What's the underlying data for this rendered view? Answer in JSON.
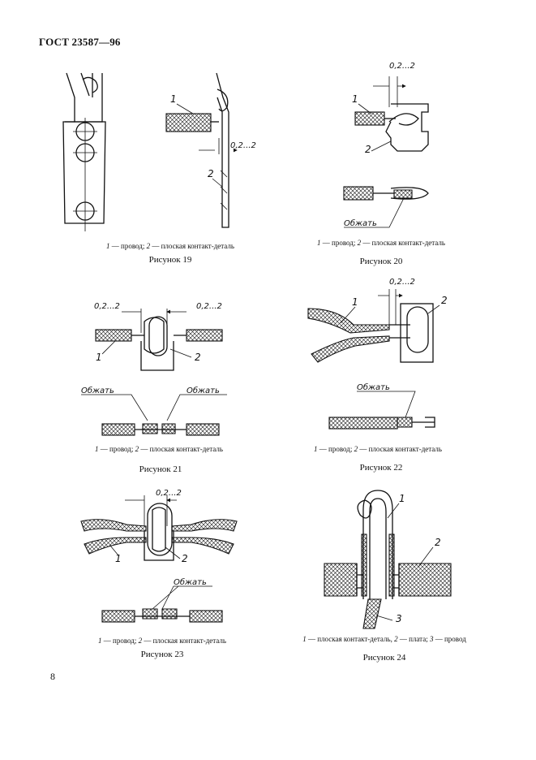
{
  "header": {
    "title": "ГОСТ 23587—96"
  },
  "page_number": "8",
  "labels": {
    "one": "1",
    "two": "2",
    "three": "3",
    "gap": "0,2...2",
    "crimp": "Обжать"
  },
  "figures": [
    {
      "caption_num1": "1",
      "caption_text1": " — провод; ",
      "caption_num2": "2",
      "caption_text2": " — плоская контакт-деталь",
      "title": "Рисунок 19"
    },
    {
      "caption_num1": "1",
      "caption_text1": " — провод; ",
      "caption_num2": "2",
      "caption_text2": " — плоская контакт-деталь",
      "title": "Рисунок 20"
    },
    {
      "caption_num1": "1",
      "caption_text1": " — провод; ",
      "caption_num2": "2",
      "caption_text2": " — плоская контакт-деталь",
      "title": "Рисунок 21"
    },
    {
      "caption_num1": "1",
      "caption_text1": " — провод; ",
      "caption_num2": "2",
      "caption_text2": " — плоская контакт-деталь",
      "title": "Рисунок 22"
    },
    {
      "caption_num1": "1",
      "caption_text1": " — провод; ",
      "caption_num2": "2",
      "caption_text2": " — плоская контакт-деталь",
      "title": "Рисунок 23"
    },
    {
      "caption_num1": "1",
      "caption_text1": " — плоская контакт-деталь, ",
      "caption_num2": "2",
      "caption_text2": " — плата; ",
      "caption_num3": "3",
      "caption_text3": " — провод",
      "title": "Рисунок 24"
    }
  ]
}
